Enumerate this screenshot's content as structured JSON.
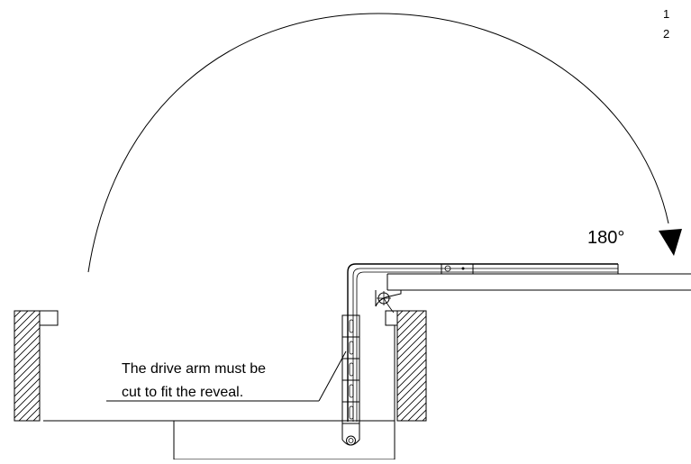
{
  "figure": {
    "angle_label": "180°",
    "note_line1": "The drive arm must be",
    "note_line2": "cut to fit the reveal.",
    "index_1": "1",
    "index_2": "2"
  }
}
